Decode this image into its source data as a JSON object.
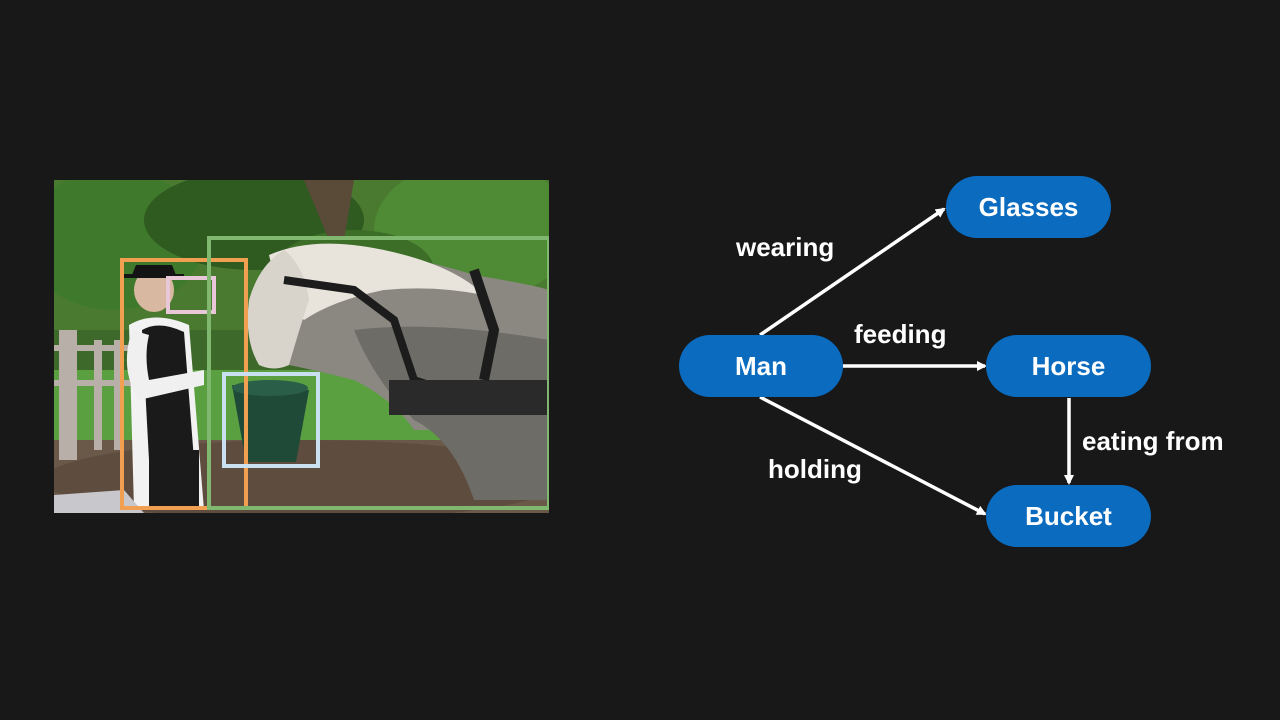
{
  "scene_graph": {
    "nodes": {
      "man": "Man",
      "glasses": "Glasses",
      "horse": "Horse",
      "bucket": "Bucket"
    },
    "edges": {
      "man_glasses": "wearing",
      "man_horse": "feeding",
      "man_bucket": "holding",
      "horse_bucket": "eating from"
    }
  },
  "colors": {
    "background": "#181818",
    "node_fill": "#0a6bbf",
    "edge": "#ffffff",
    "box_man": "#f0a050",
    "box_glasses": "#e8c8d8",
    "box_horse": "#80b870",
    "box_bucket": "#c8e0f0"
  }
}
